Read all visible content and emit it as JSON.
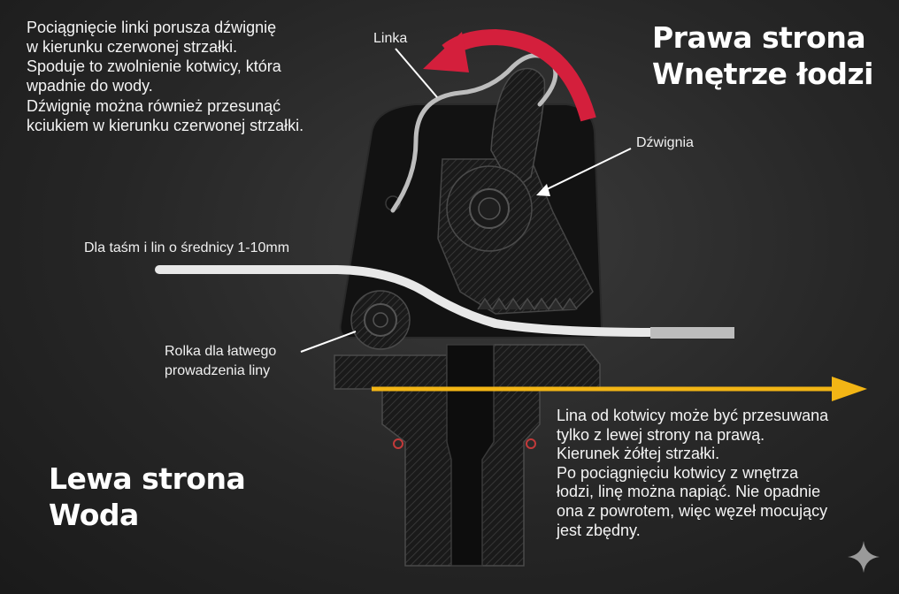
{
  "intro_lines": [
    "Pociągnięcie linki porusza dźwignię",
    "w kierunku czerwonej strzałki.",
    "Spoduje to zwolnienie kotwicy, która",
    "wpadnie do wody.",
    "Dźwignię można również przesunąć",
    "kciukiem w kierunku czerwonej strzałki."
  ],
  "right_side_title": [
    "Prawa strona",
    "Wnętrze łodzi"
  ],
  "left_side_title": [
    "Lewa strona",
    "Woda"
  ],
  "labels": {
    "linka": "Linka",
    "dzwignia": "Dźwignia",
    "line_diameter": "Dla taśm i lin o średnicy 1-10mm",
    "roller": [
      "Rolka dla łatwego",
      "prowadzenia liny"
    ]
  },
  "direction_lines": [
    "Lina od kotwicy może być przesuwana",
    "tylko z lewej strony na prawą.",
    "Kierunek żółtej strzałki.",
    "Po pociągnięciu kotwicy z wnętrza",
    "łodzi, linę można napiąć. Nie opadnie",
    "ona z powrotem, więc węzeł mocujący",
    "jest zbędny."
  ],
  "colors": {
    "red_arrow": "#d41f3c",
    "yellow_arrow": "#f2b515",
    "body": "#141414",
    "rope": "#e8e8e8"
  }
}
